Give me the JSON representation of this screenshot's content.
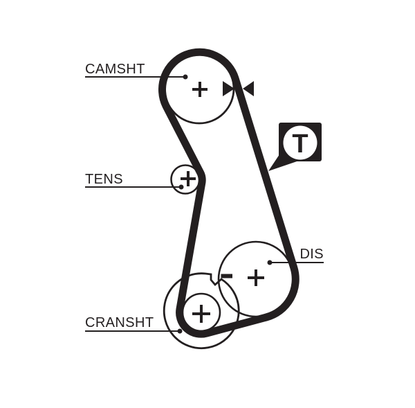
{
  "diagram": {
    "type": "timing-belt-routing-diagram",
    "background_color": "#ffffff",
    "ink_color": "#231f20",
    "labels": {
      "camshaft": "CAMSHT",
      "tensioner": "TENS",
      "crankshaft": "CRANSHT",
      "distributor": "DIS"
    },
    "badge": {
      "letter": "T",
      "shape": "speech-bubble-square",
      "fill": "#231f20",
      "circle_fill": "#ffffff"
    },
    "marks": {
      "camshaft_center": "+",
      "tensioner_center": "+",
      "crankshaft_center": "+",
      "distributor_center": "+",
      "crankshaft_timing_mark": "-",
      "belt_timing_mark": "opposing-arrowheads"
    }
  }
}
